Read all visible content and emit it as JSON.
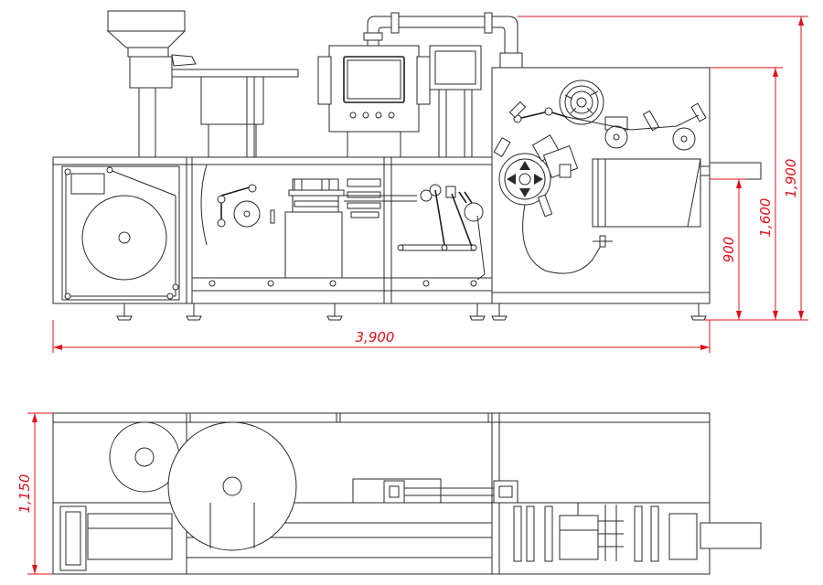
{
  "colors": {
    "line": "#2a2a2a",
    "dimension": "#e0101a",
    "background": "#ffffff"
  },
  "front_view": {
    "dimensions": {
      "overall_length": "3,900",
      "overall_height": "1,900",
      "frame_height": "1,600",
      "working_height": "900"
    }
  },
  "top_view": {
    "dimensions": {
      "overall_width": "1,150"
    }
  }
}
